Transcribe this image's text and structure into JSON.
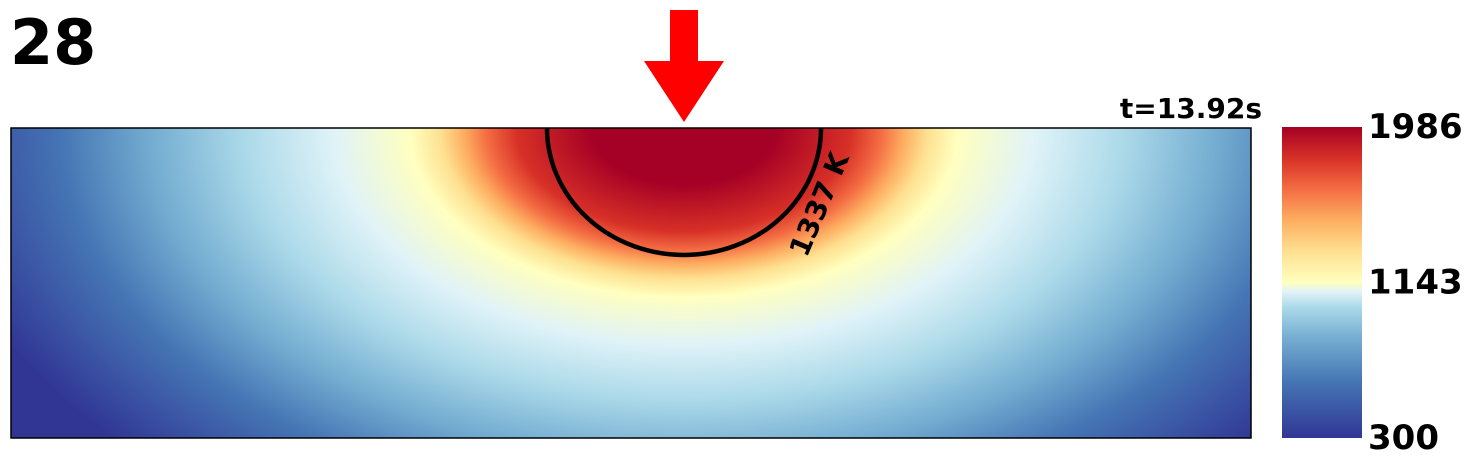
{
  "panel_label": "28",
  "time_label": "t=13.92s",
  "chart_data": {
    "type": "heatmap",
    "colormap": "RdYlBu_r",
    "colors": {
      "low": "#313695",
      "mid": "#ffffbf",
      "high": "#a50026",
      "contour": "#000000",
      "heat_source_arrow": "#ff0000"
    },
    "colorbar": {
      "min": 300,
      "max": 1986,
      "ticks": [
        {
          "value": 300,
          "label": "300"
        },
        {
          "value": 1143,
          "label": "1143"
        },
        {
          "value": 1986,
          "label": "1986"
        }
      ]
    },
    "contour": {
      "value": 1337,
      "label": "1337 K"
    },
    "heat_source": {
      "icon": "arrow-down-icon",
      "position": "top-center"
    }
  }
}
